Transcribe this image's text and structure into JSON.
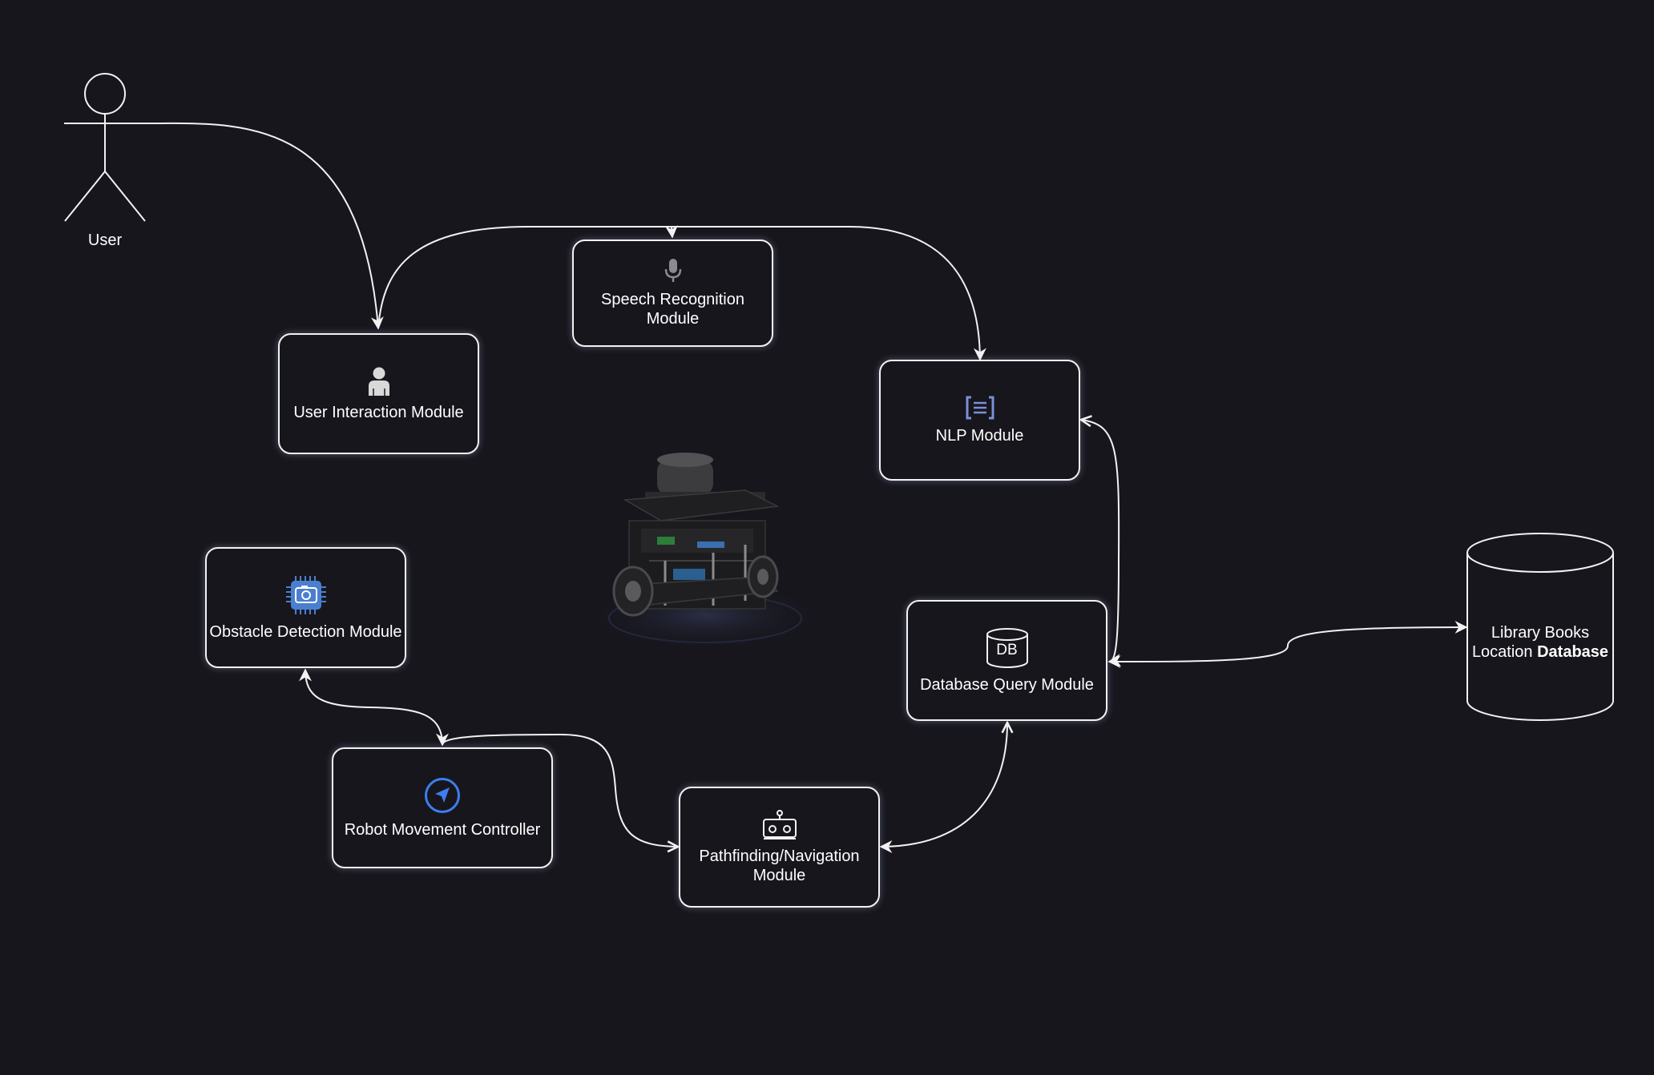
{
  "actor": {
    "label": "User"
  },
  "nodes": {
    "speech": {
      "label_line1": "Speech Recognition",
      "label_line2": "Module",
      "icon": "microphone-icon"
    },
    "user_interaction": {
      "label": "User Interaction Module",
      "icon": "person-icon"
    },
    "nlp": {
      "label": "NLP Module",
      "icon": "document-lines-icon",
      "icon_color": "#7b8fd9"
    },
    "obstacle": {
      "label": "Obstacle Detection Module",
      "icon": "camera-chip-icon",
      "icon_color": "#4a7fd0"
    },
    "db_query": {
      "label": "Database Query Module",
      "icon": "database-icon",
      "icon_text": "DB"
    },
    "movement": {
      "label": "Robot Movement Controller",
      "icon": "navigation-arrow-icon",
      "icon_color": "#3d7ef0"
    },
    "pathfinding": {
      "label_line1": "Pathfinding/Navigation",
      "label_line2": "Module",
      "icon": "robot-icon"
    }
  },
  "database": {
    "label_line1": "Library Books",
    "label_line2_plain": "Location ",
    "label_line2_bold": "Database"
  },
  "image": {
    "name": "robot-image"
  },
  "colors": {
    "background": "#17161d",
    "stroke": "#f2f2f2"
  }
}
